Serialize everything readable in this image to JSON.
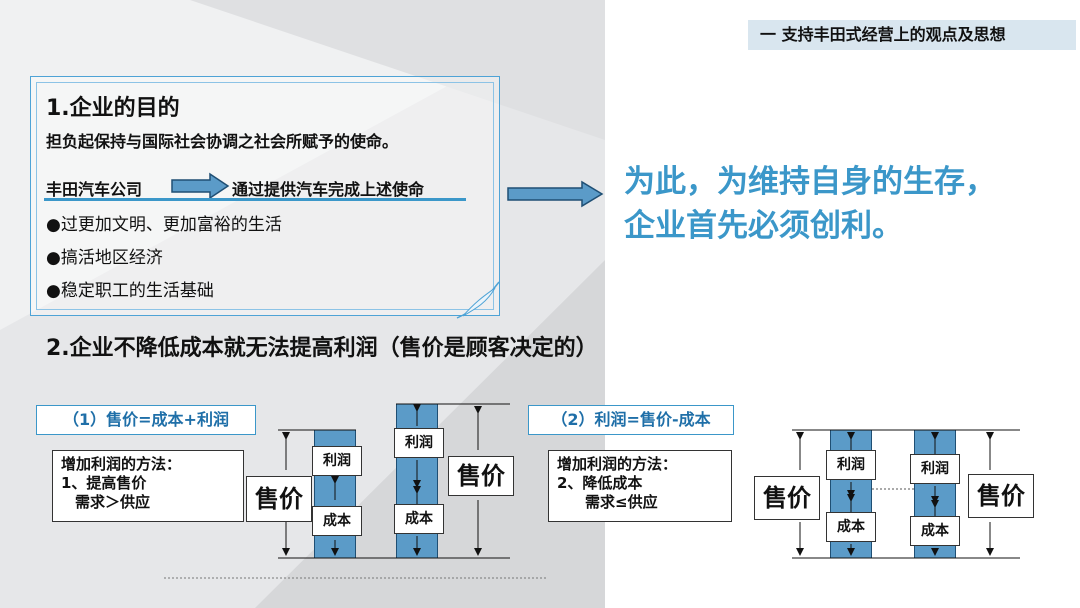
{
  "header": {
    "title": "一 支持丰田式经营上的观点及思想"
  },
  "section1": {
    "title": "1.企业的目的",
    "subtitle": "担负起保持与国际社会协调之社会所赋予的使命。",
    "company": "丰田汽车公司",
    "mission": "通过提供汽车完成上述使命",
    "bullets": [
      "●过更加文明、更加富裕的生活",
      "●搞活地区经济",
      "●稳定职工的生活基础"
    ]
  },
  "conclusion": {
    "line1": "为此，为维持自身的生存，",
    "line2": "企业首先必须创利。"
  },
  "section2": {
    "title": "2.企业不降低成本就无法提高利润（售价是顾客决定的）",
    "formula1": "（1）售价=成本+利润",
    "formula2": "（2）利润=售价-成本",
    "method1": {
      "heading": "增加利润的方法：",
      "line1": "1、提高售价",
      "line2": "需求＞供应"
    },
    "method2": {
      "heading": "增加利润的方法：",
      "line1": "2、降低成本",
      "line2": "需求≤供应"
    },
    "price": "售价",
    "profit": "利润",
    "cost": "成本"
  },
  "colors": {
    "accent": "#3b97c9",
    "bar": "#5b9bc8",
    "header_bg": "#d9e6ef"
  }
}
